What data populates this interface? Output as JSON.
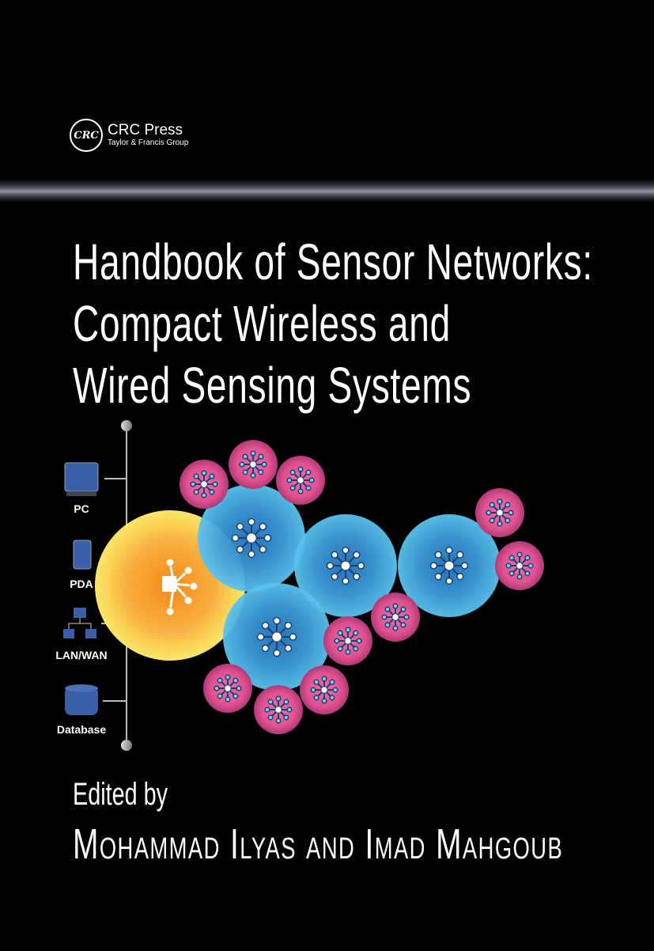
{
  "publisher": {
    "logo": "CRC",
    "name": "CRC Press",
    "group": "Taylor & Francis Group"
  },
  "title": {
    "line1": "Handbook of Sensor Networks:",
    "line2": "Compact Wireless and",
    "line3": "Wired Sensing Systems"
  },
  "diagram": {
    "labels": {
      "pc": "PC",
      "pda": "PDA",
      "lan": "LAN/WAN",
      "db": "Database"
    }
  },
  "editors": {
    "label": "Edited by",
    "names": "Mohammad Ilyas and Imad Mahgoub"
  },
  "colors": {
    "background": "#000000",
    "yellow": "#f7e04a",
    "orange": "#f59a2a",
    "blue": "#4fb6e8",
    "pink": "#e0508e"
  }
}
